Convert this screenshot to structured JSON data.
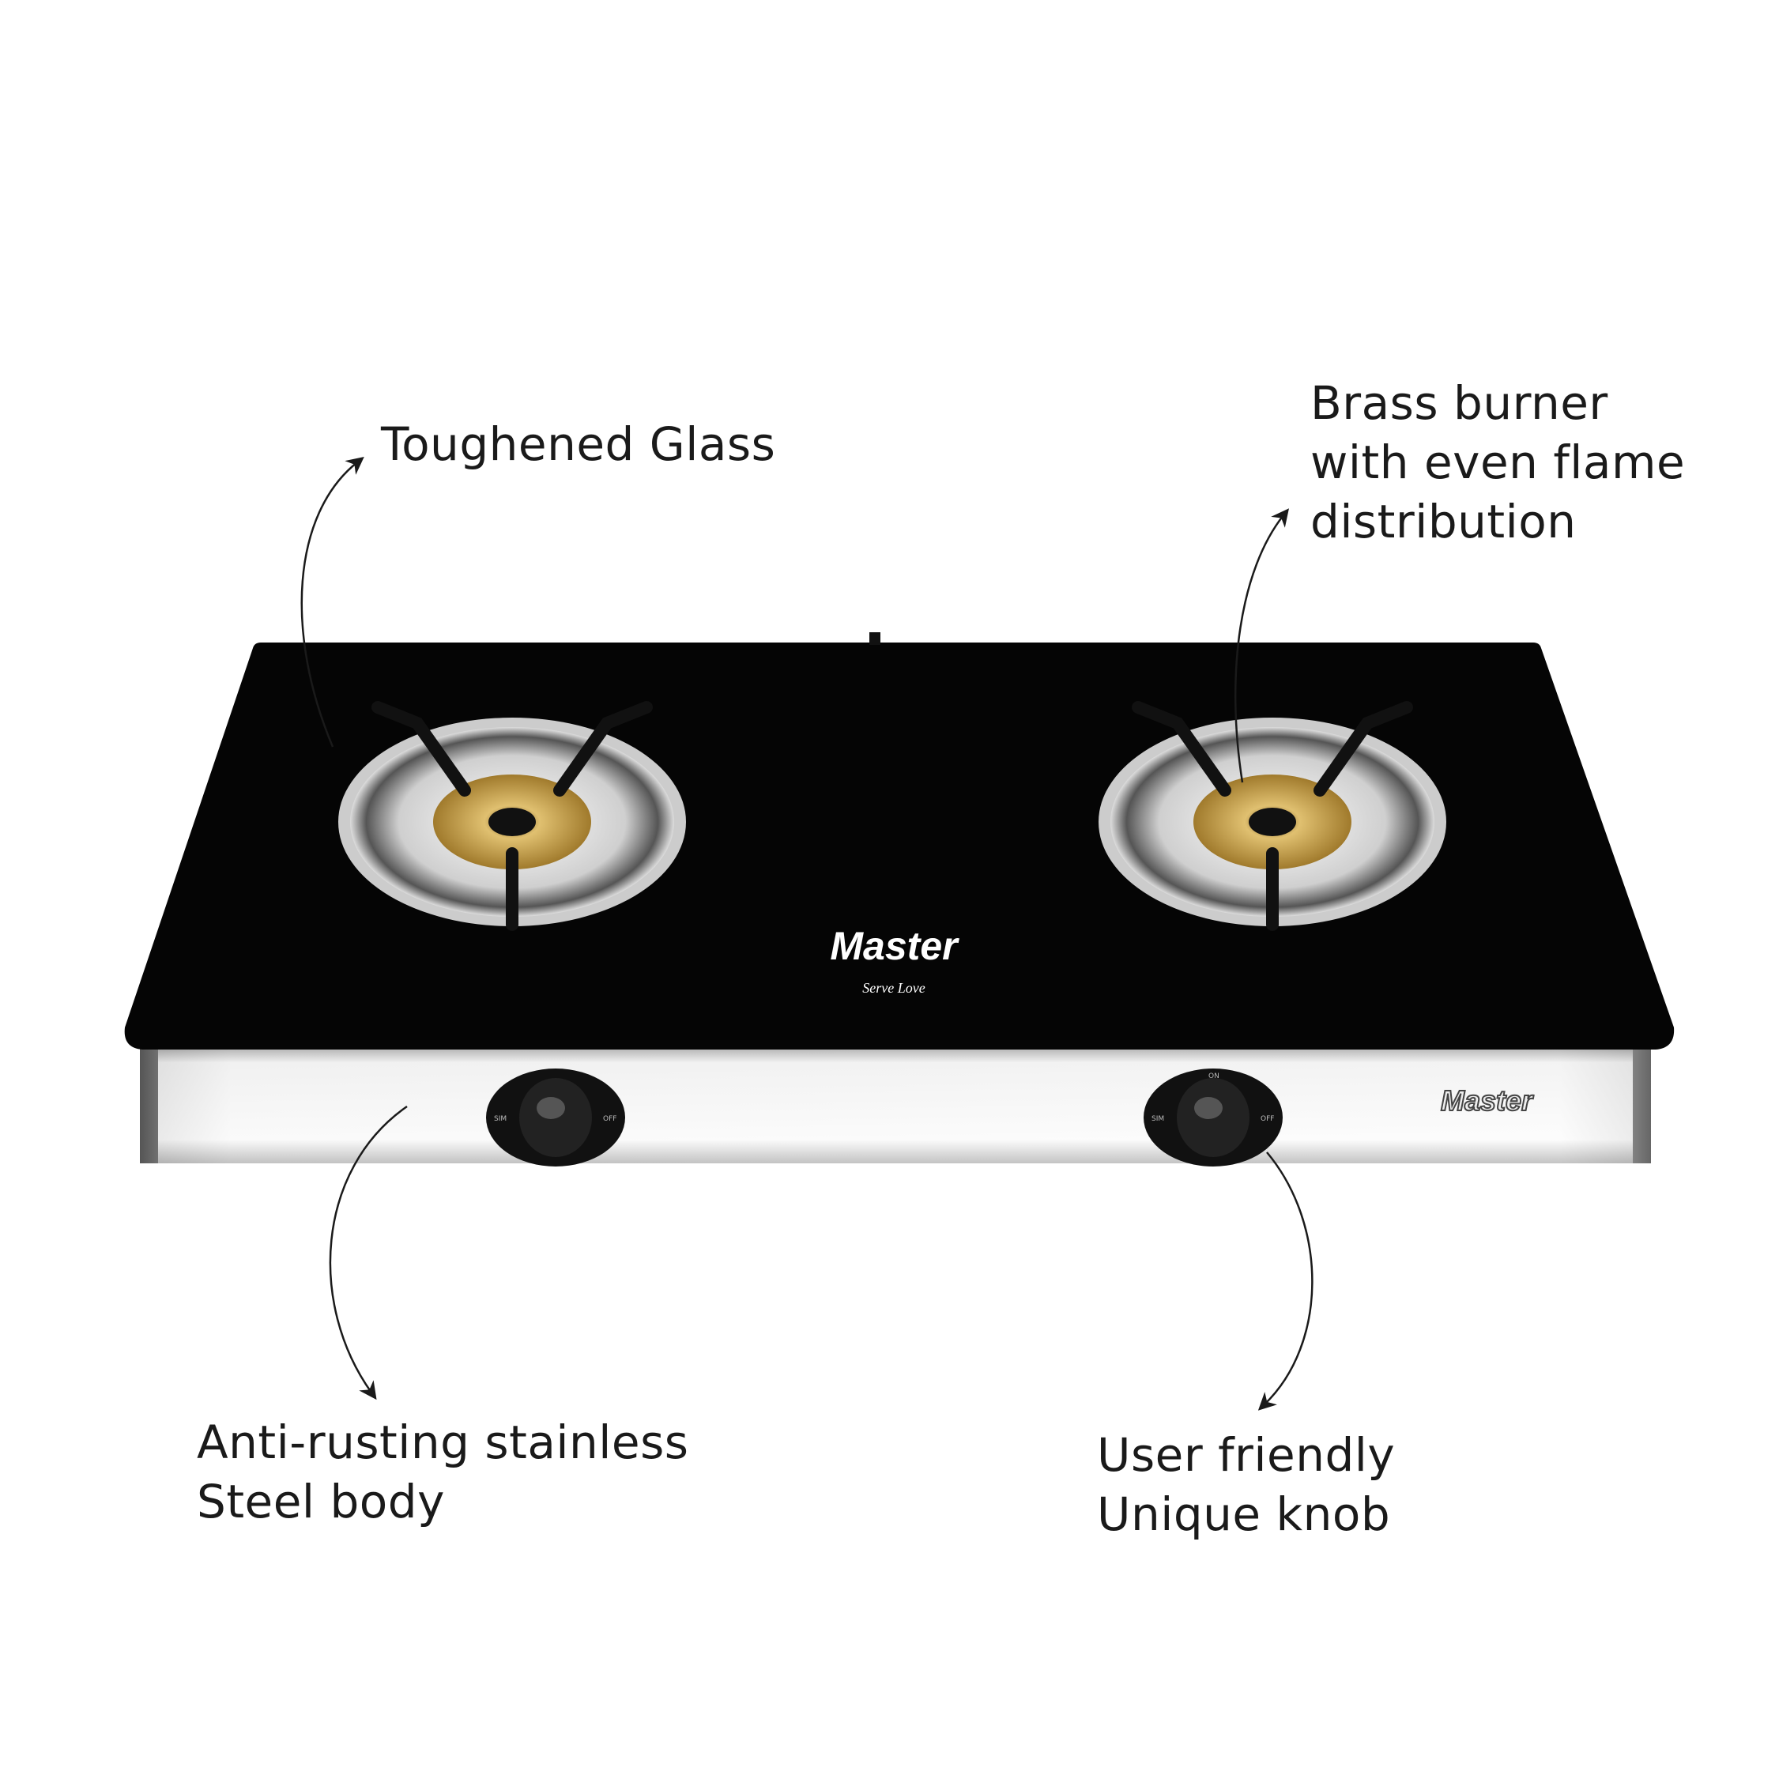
{
  "callouts": {
    "glass": {
      "lines": [
        "Toughened Glass"
      ]
    },
    "burner": {
      "lines": [
        "Brass burner",
        "with even flame",
        "distribution"
      ]
    },
    "body": {
      "lines": [
        "Anti-rusting stainless",
        "Steel body"
      ]
    },
    "knob": {
      "lines": [
        "User friendly",
        "Unique knob"
      ]
    }
  },
  "product": {
    "brand": "Master",
    "tagline": "Serve Love",
    "side_brand": "Master",
    "knob_labels": {
      "left": "SIM",
      "right": "OFF",
      "top": "ON"
    }
  },
  "colors": {
    "glass": "#050505",
    "steel": "#e8e8e8",
    "brass": "#c9a24a",
    "text": "#1a1a1a"
  }
}
